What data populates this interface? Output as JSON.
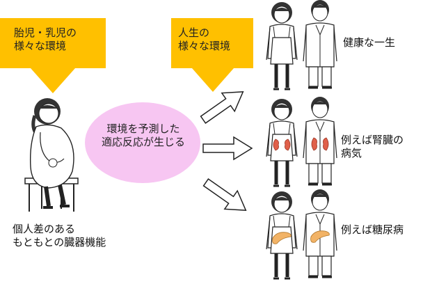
{
  "fetal_env": {
    "text": "胎児・乳児の\n様々な環境",
    "color": "#FFC000"
  },
  "life_env": {
    "text": "人生の\n様々な環境",
    "color": "#FFC000"
  },
  "center_bubble": {
    "text": "環境を予測した\n適応反応が生じる",
    "color": "#F7C6F2"
  },
  "organ_caption": {
    "text": "個人差のある\nもともとの臓器機能"
  },
  "outcomes": [
    {
      "text": "健康な一生",
      "organ": "none"
    },
    {
      "text": "例えば腎臓の\n病気",
      "organ": "kidney-icon",
      "organ_color": "#E0604A"
    },
    {
      "text": "例えば糖尿病",
      "organ": "pancreas-icon",
      "organ_color": "#F2B366"
    }
  ]
}
